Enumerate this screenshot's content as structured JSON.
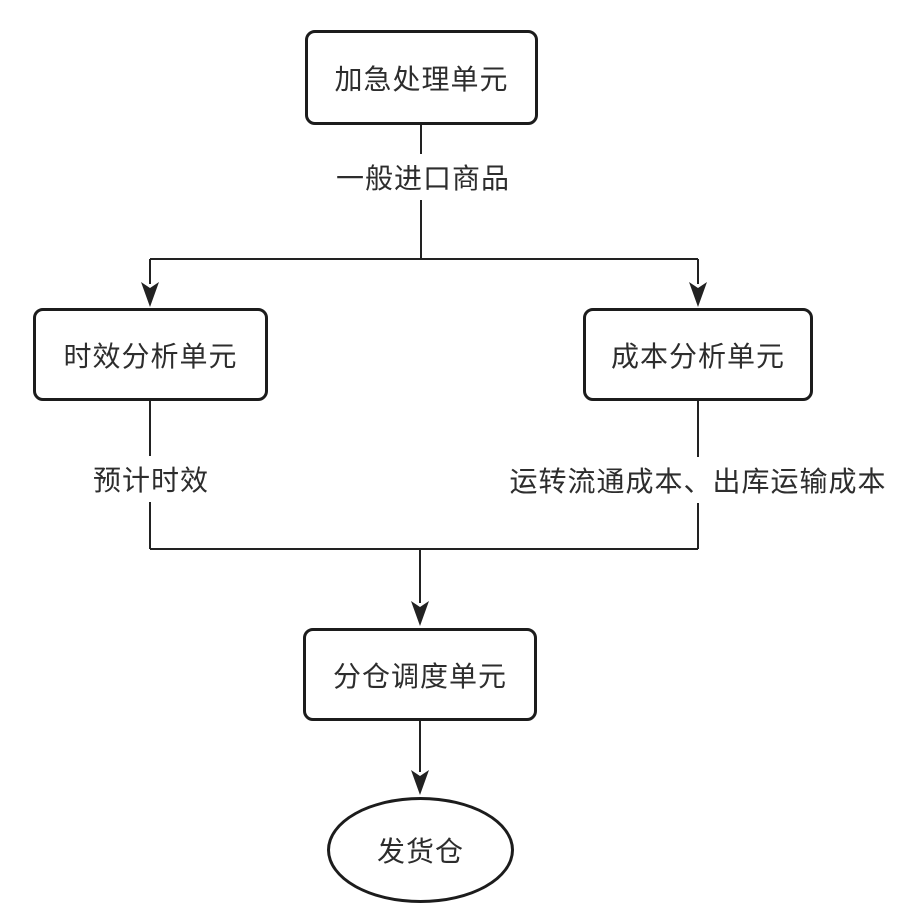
{
  "diagram": {
    "type": "flowchart",
    "nodes": {
      "expedite": {
        "label": "加急处理单元",
        "shape": "rounded-rect"
      },
      "timeliness": {
        "label": "时效分析单元",
        "shape": "rounded-rect"
      },
      "cost": {
        "label": "成本分析单元",
        "shape": "rounded-rect"
      },
      "dispatch": {
        "label": "分仓调度单元",
        "shape": "rounded-rect"
      },
      "warehouse": {
        "label": "发货仓",
        "shape": "ellipse"
      }
    },
    "edge_labels": {
      "general_goods": "一般进口商品",
      "estimated_time": "预计时效",
      "costs": "运转流通成本、出库运输成本"
    },
    "edges": [
      {
        "from": "expedite",
        "to": "timeliness",
        "label_key": "general_goods"
      },
      {
        "from": "expedite",
        "to": "cost",
        "label_key": "general_goods"
      },
      {
        "from": "timeliness",
        "to": "dispatch",
        "label_key": "estimated_time"
      },
      {
        "from": "cost",
        "to": "dispatch",
        "label_key": "costs"
      },
      {
        "from": "dispatch",
        "to": "warehouse",
        "label_key": ""
      }
    ],
    "colors": {
      "line": "#222222",
      "border": "#1c1c1c",
      "text": "#2d2d2d",
      "background": "#ffffff"
    }
  }
}
